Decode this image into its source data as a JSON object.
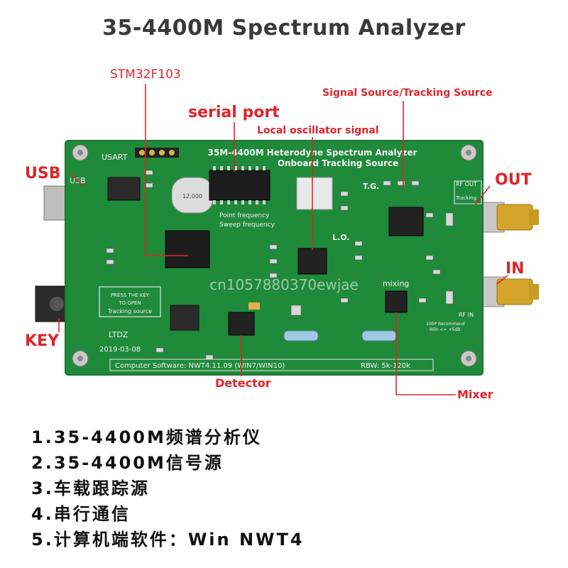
{
  "title": "35-4400M  Spectrum Analyzer",
  "callouts": {
    "stm32": "STM32F103",
    "serial_port": "serial port",
    "local_osc": "Local oscillator signal",
    "signal_source": "Signal Source/Tracking Source",
    "usb": "USB",
    "out": "OUT",
    "in": "IN",
    "key": "KEY",
    "detector": "Detector",
    "mixer": "Mixer"
  },
  "board": {
    "header_line1": "35M-4400M Heterodyne Spectrum Analyzer",
    "header_line2": "Onboard Tracking Source",
    "usart": "USART",
    "usb": "USB",
    "tg": "T.G.",
    "lo": "L.O.",
    "rf_out": "RF OUT",
    "tracking": "Tracking",
    "rf_in": "RF IN",
    "mixing": "mixing",
    "point_freq": "Point frequency",
    "sweep_freq": "Sweep frequency",
    "press_key_1": "PRESS THE KEY",
    "press_key_2": "TO OPEN",
    "press_key_3": "Tracking source",
    "ltdz": "LTDZ",
    "date": "2019-03-08",
    "software": "Computer Software: NWT4.11.09 (WIN7/WIN10)",
    "rbw": "RBW: 5k-120k",
    "rec_1": "100P Recommend",
    "rec_2": "RFin <= +5dB",
    "crystal": "12.000"
  },
  "watermark": "cn1057880370ewjae",
  "features": [
    "1.35-4400M频谱分析仪",
    "2.35-4400M信号源",
    "3.车载跟踪源",
    "4.串行通信",
    "5.计算机端软件：Win NWT4"
  ],
  "colors": {
    "pcb": "#1f8a3a",
    "callout": "#e0242b"
  }
}
